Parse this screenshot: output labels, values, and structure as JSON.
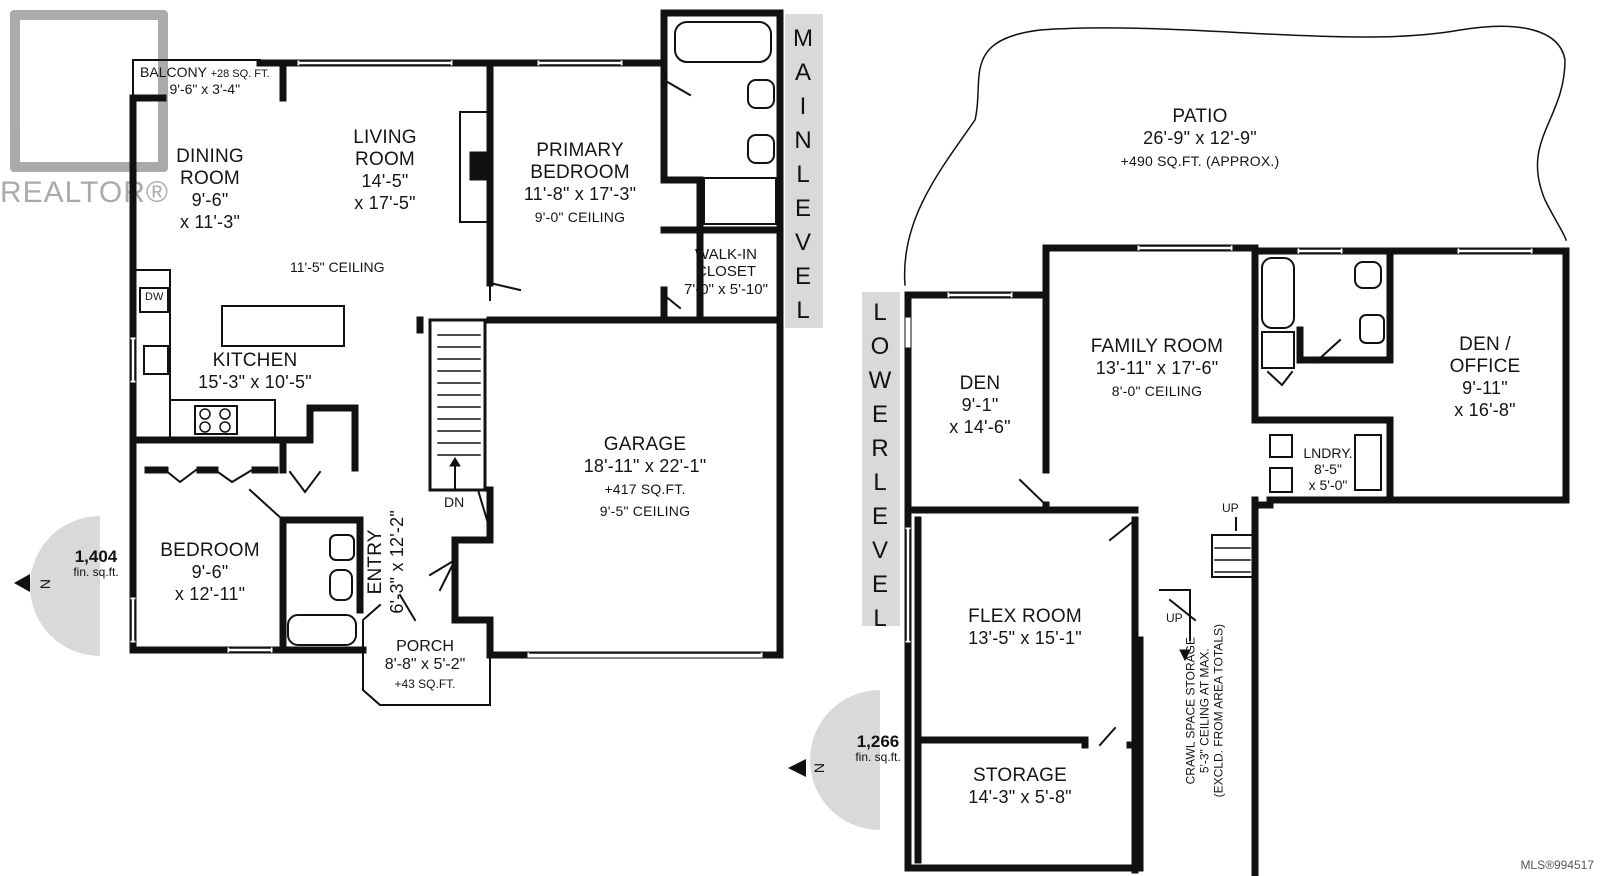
{
  "watermark": {
    "brand": "REALTOR®"
  },
  "mls_id": "MLS®994517",
  "main_level": {
    "label_letters": [
      "M",
      "A",
      "I",
      "N",
      " ",
      "L",
      "E",
      "V",
      "E",
      "L"
    ],
    "area": "1,404",
    "area_unit": "fin. sq.ft.",
    "compass": "N",
    "rooms": [
      {
        "key": "balcony",
        "name": "BALCONY",
        "dims": "9'-6\" x 3'-4\"",
        "note": "+28 SQ. FT."
      },
      {
        "key": "dining",
        "name": "DINING ROOM",
        "name_l1": "DINING",
        "name_l2": "ROOM",
        "dims_l1": "9'-6\"",
        "dims_l2": "x 11'-3\""
      },
      {
        "key": "living",
        "name_l1": "LIVING",
        "name_l2": "ROOM",
        "dims_l1": "14'-5\"",
        "dims_l2": "x 17'-5\"",
        "ceiling": "11'-5\" CEILING"
      },
      {
        "key": "primary",
        "name_l1": "PRIMARY",
        "name_l2": "BEDROOM",
        "dims": "11'-8\" x 17'-3\"",
        "ceiling": "9'-0\" CEILING"
      },
      {
        "key": "walkin",
        "name_l1": "WALK-IN",
        "name_l2": "CLOSET",
        "dims": "7'-0\" x 5'-10\""
      },
      {
        "key": "kitchen",
        "name": "KITCHEN",
        "dims": "15'-3\" x 10'-5\"",
        "appliance": "DW"
      },
      {
        "key": "garage",
        "name": "GARAGE",
        "dims": "18'-11\" x 22'-1\"",
        "note": "+417 SQ.FT.",
        "ceiling": "9'-5\" CEILING"
      },
      {
        "key": "bedroom",
        "name": "BEDROOM",
        "dims_l1": "9'-6\"",
        "dims_l2": "x 12'-11\""
      },
      {
        "key": "entry",
        "name": "ENTRY",
        "dims": "6'-3\" x 12'-2\""
      },
      {
        "key": "porch",
        "name": "PORCH",
        "dims": "8'-8\" x 5'-2\"",
        "note": "+43 SQ.FT."
      }
    ],
    "stair_label": "DN"
  },
  "lower_level": {
    "label_letters": [
      "L",
      "O",
      "W",
      "E",
      "R",
      " ",
      "L",
      "E",
      "V",
      "E",
      "L"
    ],
    "area": "1,266",
    "area_unit": "fin. sq.ft.",
    "compass": "N",
    "rooms": [
      {
        "key": "patio",
        "name": "PATIO",
        "dims": "26'-9\" x 12'-9\"",
        "note": "+490 SQ.FT. (APPROX.)"
      },
      {
        "key": "den",
        "name": "DEN",
        "dims_l1": "9'-1\"",
        "dims_l2": "x 14'-6\""
      },
      {
        "key": "family",
        "name": "FAMILY ROOM",
        "dims": "13'-11\" x 17'-6\"",
        "ceiling": "8'-0\" CEILING"
      },
      {
        "key": "office",
        "name_l1": "DEN /",
        "name_l2": "OFFICE",
        "dims_l1": "9'-11\"",
        "dims_l2": "x 16'-8\""
      },
      {
        "key": "laundry",
        "name": "LNDRY.",
        "dims_l1": "8'-5\"",
        "dims_l2": "x 5'-0\""
      },
      {
        "key": "flex",
        "name": "FLEX ROOM",
        "dims": "13'-5\" x 15'-1\""
      },
      {
        "key": "storage",
        "name": "STORAGE",
        "dims": "14'-3\" x 5'-8\""
      },
      {
        "key": "crawl",
        "line1": "CRAWL SPACE STORAGE",
        "line2": "5'-3\" CEILING AT MAX.",
        "line3": "(EXCLD. FROM AREA TOTALS)"
      }
    ],
    "stair_labels": [
      "UP",
      "UP"
    ]
  }
}
